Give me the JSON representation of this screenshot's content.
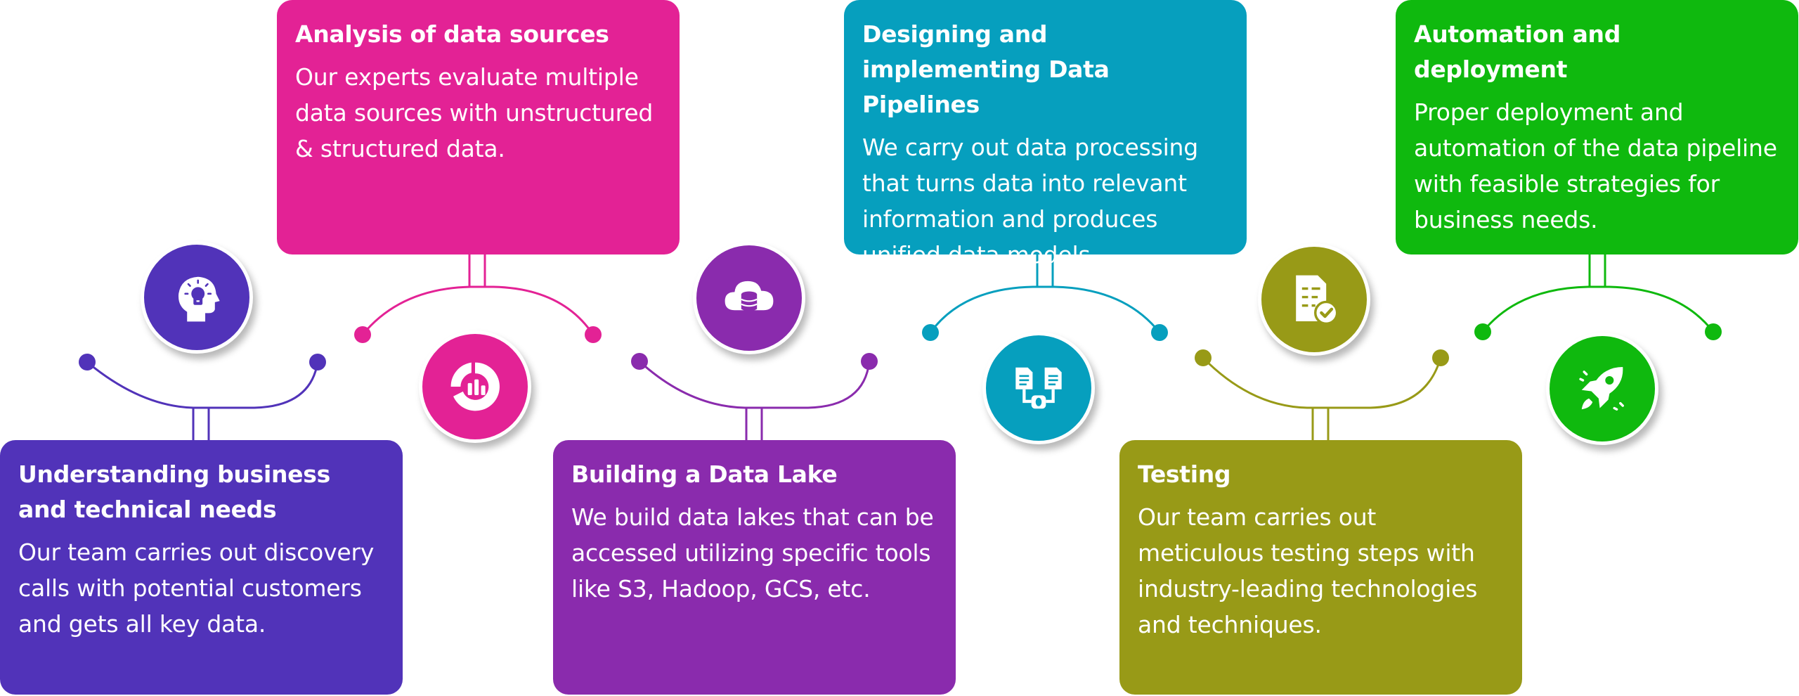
{
  "steps": [
    {
      "id": "understanding",
      "title": "Understanding business and technical needs",
      "description": "Our team carries out discovery calls with potential customers and gets all key data.",
      "color": "#5133B9",
      "icon": "idea-head-icon"
    },
    {
      "id": "analysis",
      "title": "Analysis of data sources",
      "description": "Our experts evaluate multiple data sources with unstructured & structured data.",
      "color": "#E32295",
      "icon": "donut-bar-chart-icon"
    },
    {
      "id": "data-lake",
      "title": "Building a Data Lake",
      "description": "We build data lakes that can be accessed utilizing specific tools like S3, Hadoop, GCS, etc.",
      "color": "#8A2BAD",
      "icon": "cloud-database-icon"
    },
    {
      "id": "pipelines",
      "title": "Designing and implementing Data Pipelines",
      "description": "We carry out data processing that turns data into relevant information and produces unified data models.",
      "color": "#069FBE",
      "icon": "document-pipeline-icon"
    },
    {
      "id": "testing",
      "title": "Testing",
      "description": "Our team carries out meticulous testing steps with industry-leading technologies and techniques.",
      "color": "#989A17",
      "icon": "checked-document-icon"
    },
    {
      "id": "automation",
      "title": "Automation and deployment",
      "description": "Proper deployment and automation of the data pipeline with feasible strategies for business needs.",
      "color": "#0FB90E",
      "icon": "rocket-icon"
    }
  ]
}
